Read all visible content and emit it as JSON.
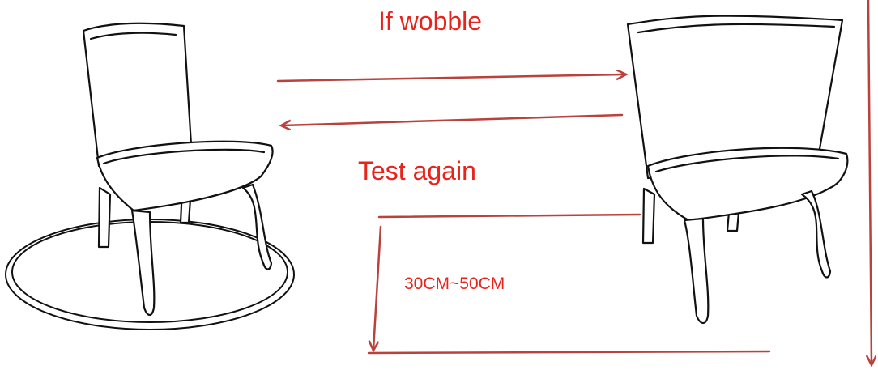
{
  "labels": {
    "if_wobble": "If wobble",
    "test_again": "Test again",
    "drop_height": "30CM~50CM"
  },
  "colors": {
    "text": "#e8231c",
    "arrow": "#b9423c",
    "line": "#111111",
    "background": "#ffffff"
  }
}
